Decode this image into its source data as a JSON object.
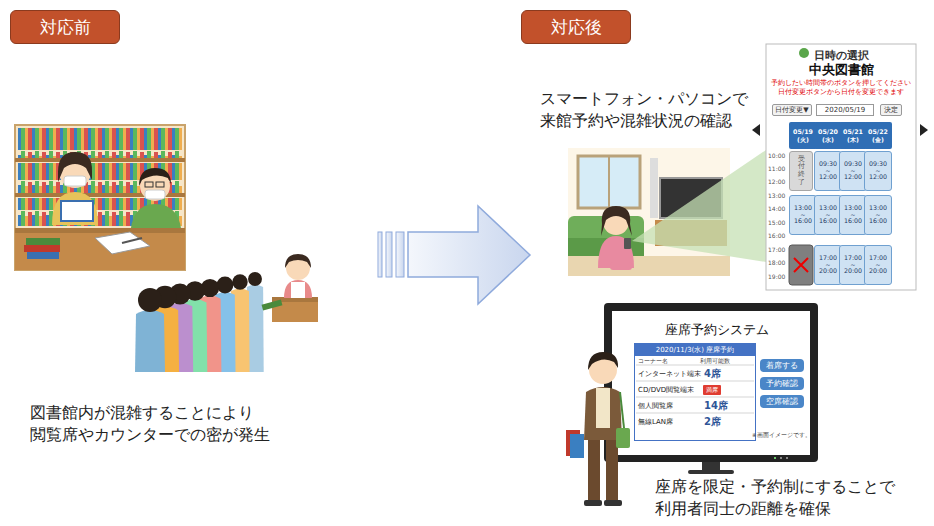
{
  "diagram": {
    "nodes": [
      {
        "text": [
          "対応前"
        ]
      },
      {
        "text": [
          "対応後"
        ]
      },
      {
        "text": [
          "日時の選択",
          "中央図書館",
          "予約したい時間帯のボタンを押してください 日付変更ボタンから日付を変更できます"
        ]
      },
      {
        "text": [
          "日付変更▼"
        ],
        "in": 2
      },
      {
        "text": [
          "2020/05/19"
        ],
        "in": 2
      },
      {
        "text": [
          "決定"
        ],
        "in": 2
      },
      {
        "text": [
          "05/19 (火)"
        ],
        "in": 2
      },
      {
        "text": [
          "05/20 (水)"
        ],
        "in": 2
      },
      {
        "text": [
          "05/21 (木)"
        ],
        "in": 2
      },
      {
        "text": [
          "05/22 (金)"
        ],
        "in": 2
      },
      {
        "text": [
          "受付終了"
        ],
        "in": 2
      },
      {
        "text": [
          "09:30 ~ 12:00"
        ],
        "in": 2
      },
      {
        "text": [
          "09:30 ~ 12:00"
        ],
        "in": 2
      },
      {
        "text": [
          "09:30 ~ 12:00"
        ],
        "in": 2
      },
      {
        "text": [
          "13:00 ~ 16:00"
        ],
        "in": 2
      },
      {
        "text": [
          "13:00 ~ 16:00"
        ],
        "in": 2
      },
      {
        "text": [
          "13:00 ~ 16:00"
        ],
        "in": 2
      },
      {
        "text": [
          "13:00 ~ 16:00"
        ],
        "in": 2
      },
      {
        "text": [
          "17:00 ~ 20:00"
        ],
        "in": 2
      },
      {
        "text": [
          "17:00 ~ 20:00"
        ],
        "in": 2
      },
      {
        "text": [
          "17:00 ~ 20:00"
        ],
        "in": 2
      },
      {
        "text": [
          "座席予約システム"
        ]
      },
      {
        "text": [
          "2020/11/3(水) 座席予約"
        ],
        "in": 21
      },
      {
        "text": [
          "満席"
        ],
        "in": 22
      },
      {
        "text": [
          "着席する"
        ],
        "in": 21
      },
      {
        "text": [
          "予約確認"
        ],
        "in": 21
      },
      {
        "text": [
          "空席確認"
        ],
        "in": 21
      }
    ],
    "labels": [
      "図書館内が混雑することにより 閲覧席やカウンターでの密が発生",
      "スマートフォン・パソコンで 来館予約や混雑状況の確認",
      "10:00",
      "11:00",
      "12:00",
      "13:00",
      "14:00",
      "15:00",
      "16:00",
      "17:00",
      "18:00",
      "19:00",
      "コーナー名",
      "利用可能数",
      "インターネット端末",
      "4席",
      "CD/DVD閲覧端末",
      "個人閲覧席",
      "14席",
      "無線LAN席",
      "2席",
      "※画面イメージです。",
      "座席を限定・予約制にすることで 利用者同士の距離を確保"
    ]
  }
}
